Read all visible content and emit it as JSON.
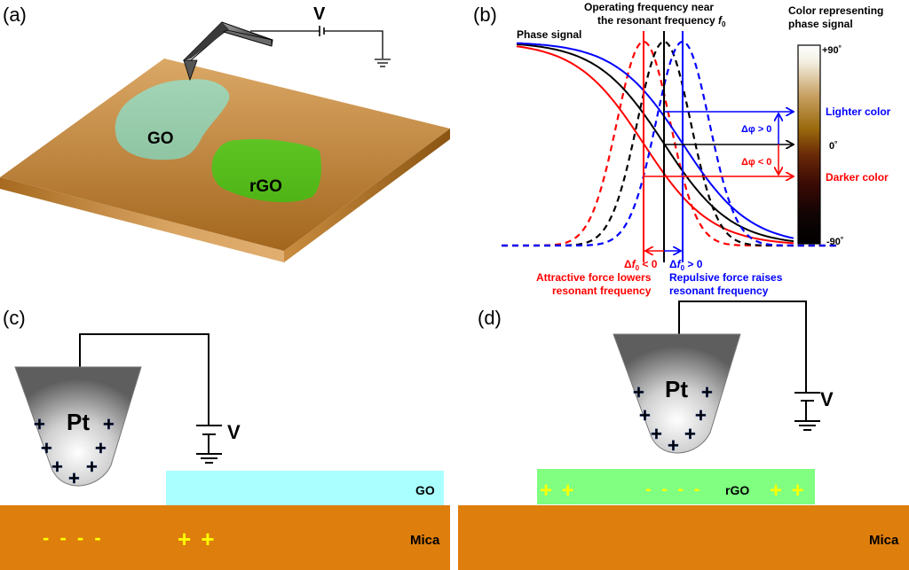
{
  "panels": {
    "a": {
      "label": "(a)",
      "voltage": "V",
      "go_label": "GO",
      "rgo_label": "rGO"
    },
    "b": {
      "label": "(b)",
      "title_line1": "Operating frequency near",
      "title_line2": "the resonant frequency ",
      "title_f0": "f",
      "title_f0_sub": "0",
      "phase_signal": "Phase signal",
      "colorbar_title_line1": "Color representing",
      "colorbar_title_line2": "phase signal",
      "colorbar_top": "+90˚",
      "colorbar_mid": "0˚",
      "colorbar_bottom": "-90˚",
      "lighter": "Lighter color",
      "darker": "Darker color",
      "dphi_pos": "Δφ > 0",
      "dphi_neg": "Δφ < 0",
      "df_neg_prefix": "Δ",
      "df_neg_f": "f",
      "df_neg_sub": "0",
      "df_neg_suffix": " < 0",
      "df_pos_prefix": "Δ",
      "df_pos_f": "f",
      "df_pos_sub": "0",
      "df_pos_suffix": " > 0",
      "attractive_line1": "Attractive force lowers",
      "attractive_line2": "resonant frequency",
      "repulsive_line1": "Repulsive force raises",
      "repulsive_line2": "resonant frequency"
    },
    "c": {
      "label": "(c)",
      "tip_label": "Pt",
      "voltage": "V",
      "film_label": "GO",
      "substrate_label": "Mica",
      "substrate_charges_neg": "- - - -",
      "substrate_charges_pos": "+ +"
    },
    "d": {
      "label": "(d)",
      "tip_label": "Pt",
      "voltage": "V",
      "film_label": "rGO",
      "substrate_label": "Mica",
      "film_charges_left": "+ +",
      "film_charges_mid": "- - - -",
      "film_charges_right": "+ +"
    }
  },
  "colors": {
    "red": "#ff0000",
    "blue": "#0000ff",
    "black": "#000000",
    "mica": "#de7e0c",
    "go_film": "#aaffff",
    "rgo_film": "#80ff80",
    "charge_yellow": "#ffff00",
    "go_patch": "#98cfae",
    "rgo_patch": "#55bb1e"
  }
}
